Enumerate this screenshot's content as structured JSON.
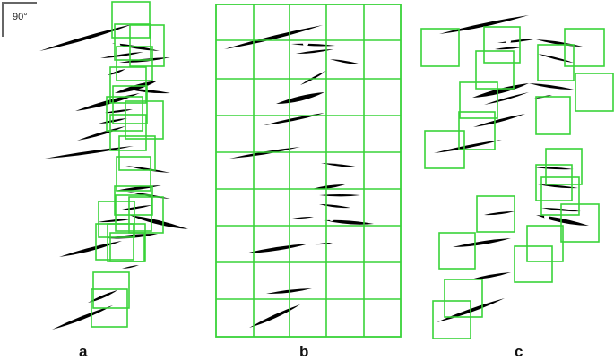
{
  "figure": {
    "angle_label": "90°",
    "panels": [
      {
        "id": "a",
        "label": "a"
      },
      {
        "id": "b",
        "label": "b"
      },
      {
        "id": "c",
        "label": "c"
      }
    ]
  },
  "colors": {
    "box": "#39d339",
    "crack": "#000000",
    "background": "#ffffff",
    "indicator": "#666666"
  }
}
